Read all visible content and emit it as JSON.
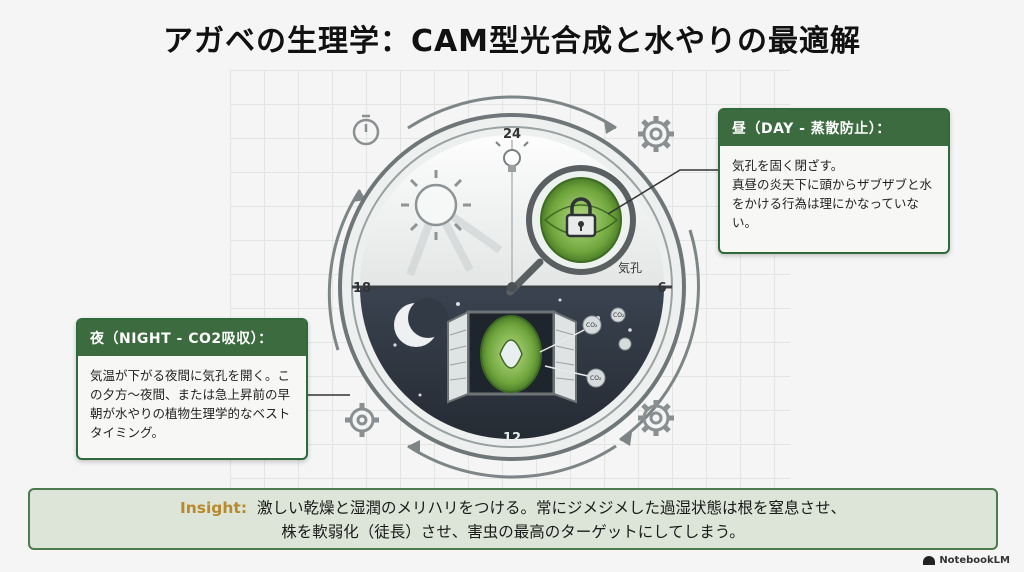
{
  "title": "アガベの生理学：CAM型光合成と水やりの最適解",
  "dial": {
    "hour_top": "24",
    "hour_right": "6",
    "hour_bottom": "12",
    "hour_left": "18",
    "stoma_label": "気孔",
    "co2_label": "CO₂"
  },
  "day_box": {
    "header": "昼（DAY - 蒸散防止）：",
    "body": "気孔を固く閉ざす。\n真昼の炎天下に頭からザブザブと水をかける行為は理にかなっていない。"
  },
  "night_box": {
    "header": "夜（NIGHT - CO2吸収）：",
    "body": "気温が下がる夜間に気孔を開く。この夕方〜夜間、または急上昇前の早朝が水やりの植物生理学的なベストタイミング。"
  },
  "insight": {
    "label": "Insight:",
    "line1": "激しい乾燥と湿潤のメリハリをつける。常にジメジメした過湿状態は根を窒息させ、",
    "line2": "株を軟弱化（徒長）させ、害虫の最高のターゲットにしてしまう。"
  },
  "brand": "NotebookLM",
  "colors": {
    "accent_green": "#3c6b3f",
    "night_sky": "#2e3640",
    "insight_label": "#b88a2c",
    "leaf_green": "#7fb24a"
  }
}
